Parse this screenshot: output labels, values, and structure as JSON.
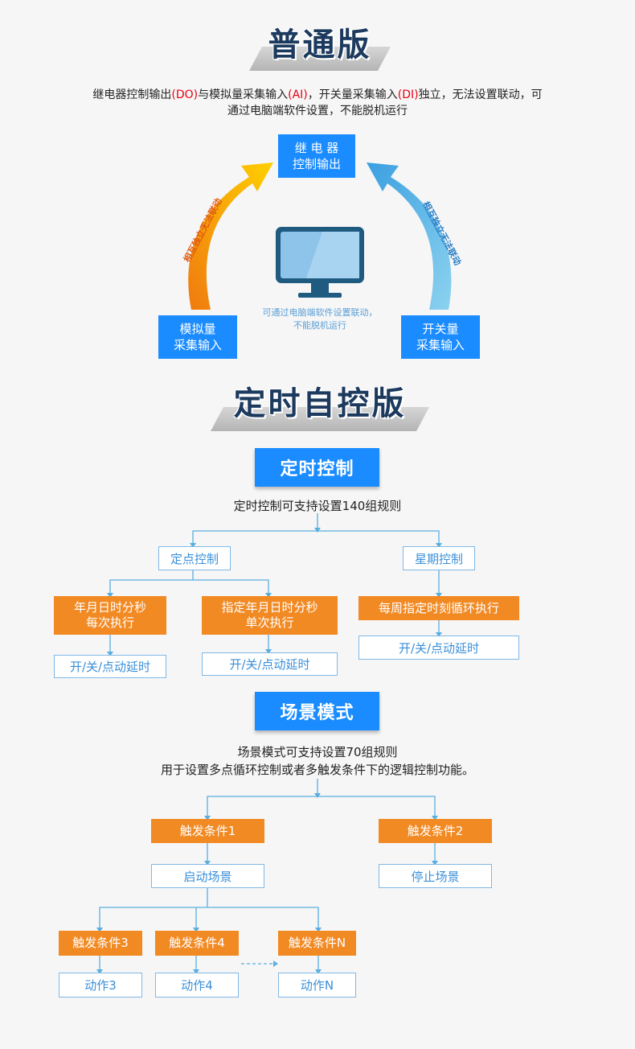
{
  "colors": {
    "blue": "#1a8cff",
    "orange": "#f28a24",
    "navy": "#1c3a5e",
    "line": "#5aaee0",
    "red": "#e60012"
  },
  "section1": {
    "title": "普通版",
    "desc_parts": [
      "继电器控制输出",
      "(DO)",
      "与模拟量采集输入",
      "(AI)",
      "，开关量采集输入",
      "(DI)",
      "独立，无法设置联动，可"
    ],
    "desc_line2": "通过电脑端软件设置，不能脱机运行",
    "relay": [
      "继 电 器",
      "控制输出"
    ],
    "analog": [
      "模拟量",
      "采集输入"
    ],
    "switch": [
      "开关量",
      "采集输入"
    ],
    "left_arrow_label": "相互独立无法联动",
    "right_arrow_label": "相互独立无法联动",
    "monitor_icon": "monitor-icon",
    "monitor_caption": [
      "可通过电脑端软件设置联动，",
      "不能脱机运行"
    ]
  },
  "section2": {
    "title": "定时自控版",
    "timer": {
      "pill": "定时控制",
      "desc": "定时控制可支持设置140组规则",
      "fixed": "定点控制",
      "week": "星期控制",
      "every": [
        "年月日时分秒",
        "每次执行"
      ],
      "once": [
        "指定年月日时分秒",
        "单次执行"
      ],
      "weekly": "每周指定时刻循环执行",
      "action": "开/关/点动延时"
    },
    "scene": {
      "pill": "场景模式",
      "desc1": "场景模式可支持设置70组规则",
      "desc2": "用于设置多点循环控制或者多触发条件下的逻辑控制功能。",
      "trigger1": "触发条件1",
      "trigger2": "触发条件2",
      "start": "启动场景",
      "stop": "停止场景",
      "trigger3": "触发条件3",
      "trigger4": "触发条件4",
      "triggerN": "触发条件N",
      "action3": "动作3",
      "action4": "动作4",
      "actionN": "动作N"
    }
  }
}
